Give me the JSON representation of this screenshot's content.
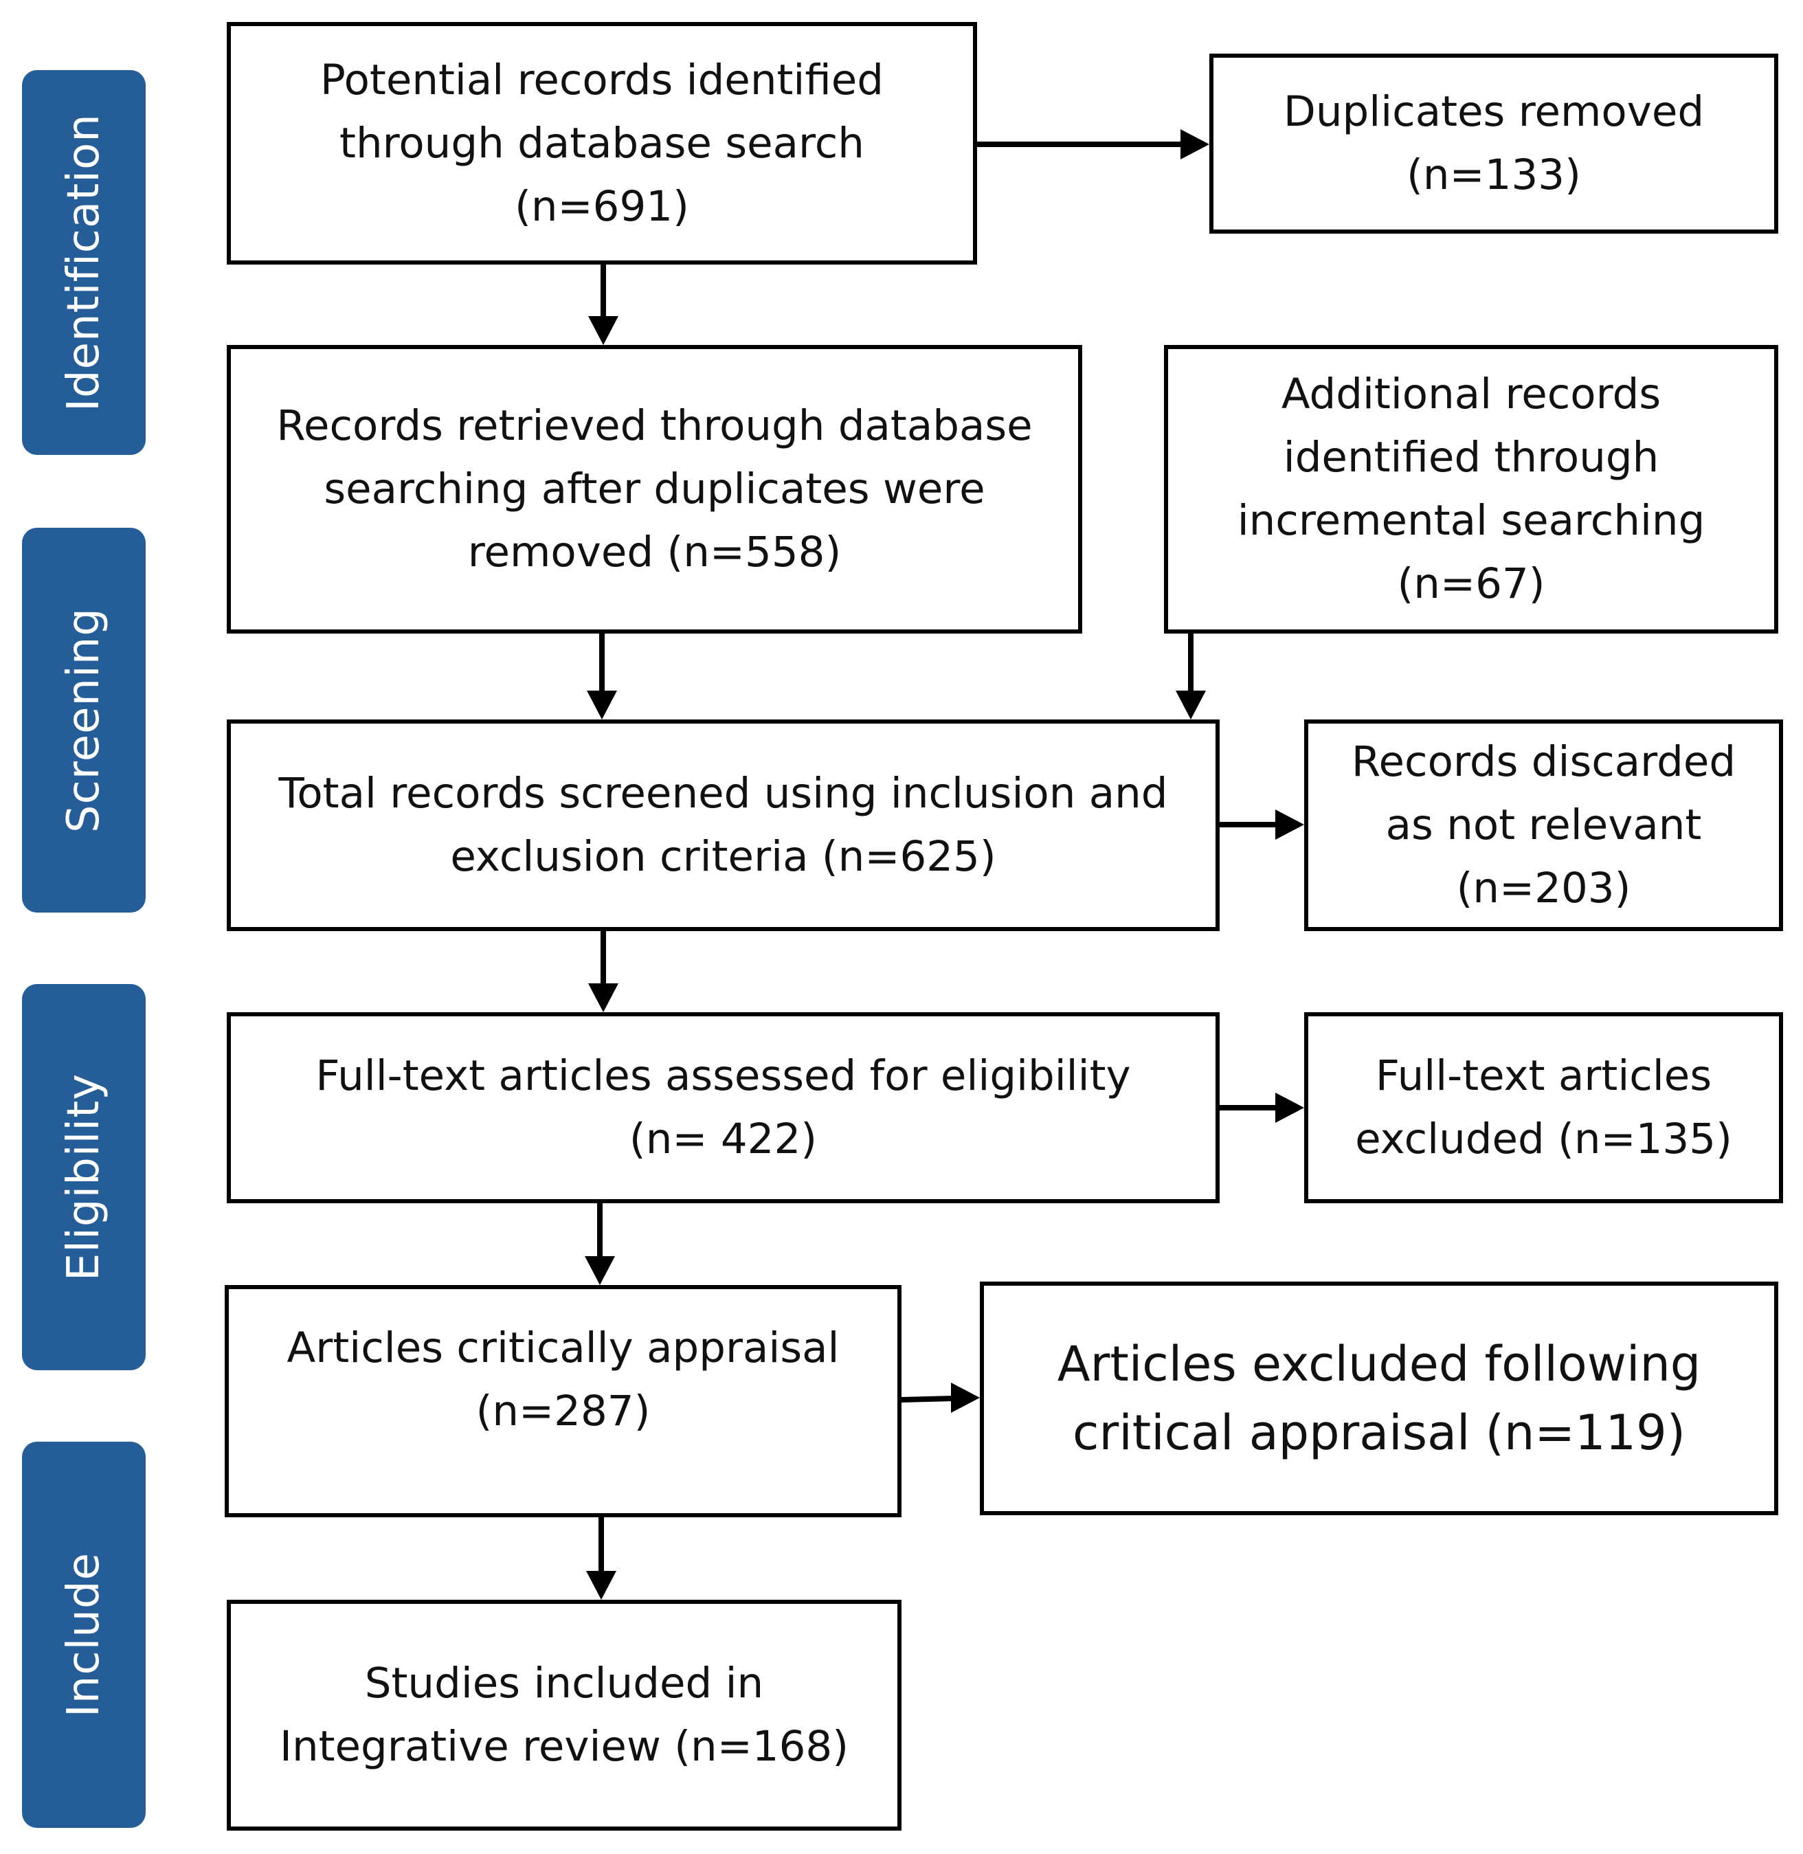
{
  "phases": {
    "identification": "Identification",
    "screening": "Screening",
    "eligibility": "Eligibility",
    "include": "Include"
  },
  "boxes": {
    "potential_records": "Potential records identified through database search (n=691)",
    "duplicates_removed": "Duplicates removed (n=133)",
    "records_retrieved": "Records retrieved through database searching after duplicates were removed (n=558)",
    "additional_records": "Additional records identified through incremental searching (n=67)",
    "total_screened": "Total records screened using inclusion and exclusion criteria (n=625)",
    "records_discarded": "Records discarded as not relevant (n=203)",
    "fulltext_assessed": "Full-text articles assessed for eligibility (n= 422)",
    "fulltext_excluded": "Full-text articles excluded (n=135)",
    "critical_appraisal": "Articles critically appraisal (n=287)",
    "excluded_appraisal": "Articles excluded following critical appraisal (n=119)",
    "studies_included": "Studies included in Integrative review (n=168)"
  },
  "colors": {
    "phase_fill": "#255d99",
    "phase_text": "#ffffff",
    "box_border": "#000000",
    "arrow": "#000000"
  }
}
